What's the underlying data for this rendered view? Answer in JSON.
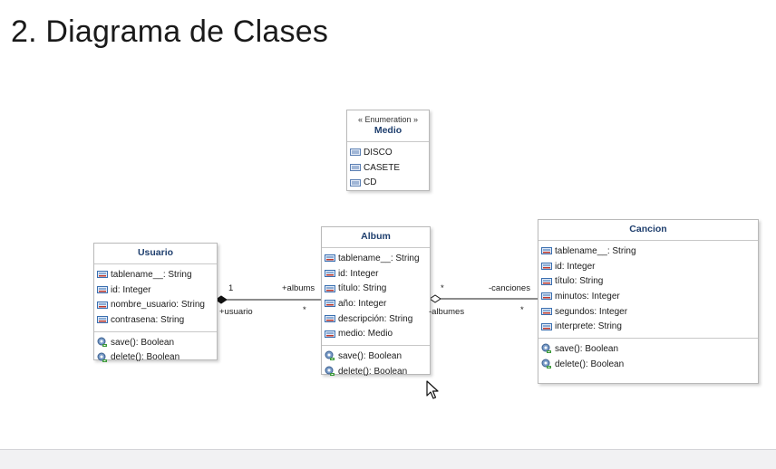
{
  "slide": {
    "title": "2. Diagrama de Clases"
  },
  "classes": {
    "medio": {
      "stereotype": "« Enumeration »",
      "name": "Medio",
      "literals": [
        "DISCO",
        "CASETE",
        "CD"
      ]
    },
    "usuario": {
      "name": "Usuario",
      "attributes": [
        "tablename__: String",
        "id: Integer",
        "nombre_usuario: String",
        "contrasena: String"
      ],
      "operations": [
        "save(): Boolean",
        "delete(): Boolean"
      ]
    },
    "album": {
      "name": "Album",
      "attributes": [
        "tablename__: String",
        "id: Integer",
        "título: String",
        "año: Integer",
        "descripción: String",
        "medio: Medio"
      ],
      "operations": [
        "save(): Boolean",
        "delete(): Boolean"
      ]
    },
    "cancion": {
      "name": "Cancion",
      "attributes": [
        "tablename__: String",
        "id: Integer",
        "título: String",
        "minutos: Integer",
        "segundos: Integer",
        "interprete: String"
      ],
      "operations": [
        "save(): Boolean",
        "delete(): Boolean"
      ]
    }
  },
  "associations": {
    "usuario_album": {
      "mult_usuario_end": "1",
      "role_albums": "+albums",
      "role_usuario": "+usuario",
      "mult_album_end": "*"
    },
    "album_cancion": {
      "mult_album_end": "*",
      "role_canciones": "-canciones",
      "role_albumes": "-albumes",
      "mult_cancion_end": "*"
    }
  },
  "colors": {
    "class_name": "#1f3f6e",
    "attribute_icon": "#3a6fb0",
    "operation_icon": "#3d7d3a",
    "border": "#b9b9b9"
  }
}
